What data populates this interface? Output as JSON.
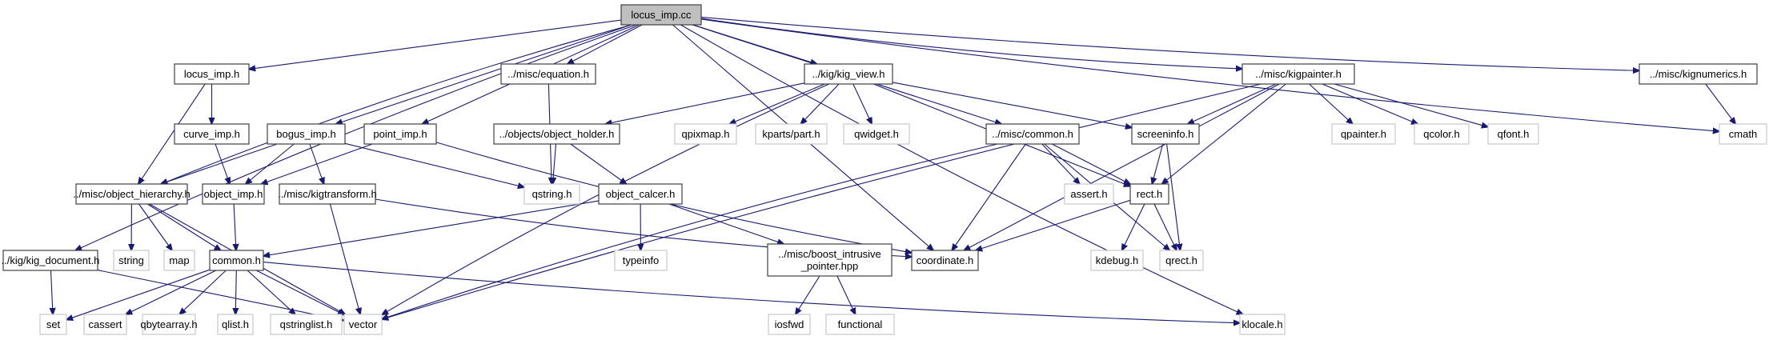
{
  "graph_title": "locus_imp.cc",
  "colors": {
    "root_fill": "#bfbfbf",
    "root_stroke": "#404040",
    "doc_stroke": "#404040",
    "external_stroke": "#c8c8c8",
    "edge": "#191970"
  },
  "nodes": [
    {
      "id": "locus_imp_cc",
      "label": "locus_imp.cc",
      "kind": "root"
    },
    {
      "id": "locus_imp_h",
      "label": "locus_imp.h",
      "kind": "documented"
    },
    {
      "id": "equation_h",
      "label": "../misc/equation.h",
      "kind": "documented"
    },
    {
      "id": "kig_view_h",
      "label": "../kig/kig_view.h",
      "kind": "documented"
    },
    {
      "id": "kigpainter_h",
      "label": "../misc/kigpainter.h",
      "kind": "documented"
    },
    {
      "id": "kignumerics_h",
      "label": "../misc/kignumerics.h",
      "kind": "documented"
    },
    {
      "id": "cmath",
      "label": "cmath",
      "kind": "external"
    },
    {
      "id": "curve_imp_h",
      "label": "curve_imp.h",
      "kind": "documented"
    },
    {
      "id": "bogus_imp_h",
      "label": "bogus_imp.h",
      "kind": "documented"
    },
    {
      "id": "point_imp_h",
      "label": "point_imp.h",
      "kind": "documented"
    },
    {
      "id": "object_holder_h",
      "label": "../objects/object_holder.h",
      "kind": "documented"
    },
    {
      "id": "qpixmap_h",
      "label": "qpixmap.h",
      "kind": "external"
    },
    {
      "id": "kparts_part_h",
      "label": "kparts/part.h",
      "kind": "external"
    },
    {
      "id": "qwidget_h",
      "label": "qwidget.h",
      "kind": "external"
    },
    {
      "id": "misc_common_h",
      "label": "../misc/common.h",
      "kind": "documented"
    },
    {
      "id": "screeninfo_h",
      "label": "screeninfo.h",
      "kind": "documented"
    },
    {
      "id": "qpainter_h",
      "label": "qpainter.h",
      "kind": "external"
    },
    {
      "id": "qcolor_h",
      "label": "qcolor.h",
      "kind": "external"
    },
    {
      "id": "qfont_h",
      "label": "qfont.h",
      "kind": "external"
    },
    {
      "id": "object_hierarchy_h",
      "label": "../misc/object_hierarchy.h",
      "kind": "documented"
    },
    {
      "id": "object_imp_h",
      "label": "object_imp.h",
      "kind": "documented"
    },
    {
      "id": "kigtransform_h",
      "label": "../misc/kigtransform.h",
      "kind": "documented"
    },
    {
      "id": "qstring_h",
      "label": "qstring.h",
      "kind": "external"
    },
    {
      "id": "object_calcer_h",
      "label": "object_calcer.h",
      "kind": "documented"
    },
    {
      "id": "assert_h",
      "label": "assert.h",
      "kind": "external"
    },
    {
      "id": "rect_h",
      "label": "rect.h",
      "kind": "documented"
    },
    {
      "id": "kig_document_h",
      "label": "../kig/kig_document.h",
      "kind": "documented"
    },
    {
      "id": "string",
      "label": "string",
      "kind": "external"
    },
    {
      "id": "map",
      "label": "map",
      "kind": "external"
    },
    {
      "id": "common_h",
      "label": "common.h",
      "kind": "documented"
    },
    {
      "id": "typeinfo",
      "label": "typeinfo",
      "kind": "external"
    },
    {
      "id": "boost_intrusive_pointer_hpp",
      "label": "../misc/boost_intrusive\n_pointer.hpp",
      "kind": "documented"
    },
    {
      "id": "coordinate_h",
      "label": "coordinate.h",
      "kind": "documented"
    },
    {
      "id": "kdebug_h",
      "label": "kdebug.h",
      "kind": "external"
    },
    {
      "id": "qrect_h",
      "label": "qrect.h",
      "kind": "external"
    },
    {
      "id": "set",
      "label": "set",
      "kind": "external"
    },
    {
      "id": "cassert",
      "label": "cassert",
      "kind": "external"
    },
    {
      "id": "qbytearray_h",
      "label": "qbytearray.h",
      "kind": "external"
    },
    {
      "id": "qlist_h",
      "label": "qlist.h",
      "kind": "external"
    },
    {
      "id": "qstringlist_h",
      "label": "qstringlist.h",
      "kind": "external"
    },
    {
      "id": "vector",
      "label": "vector",
      "kind": "external"
    },
    {
      "id": "iosfwd",
      "label": "iosfwd",
      "kind": "external"
    },
    {
      "id": "functional",
      "label": "functional",
      "kind": "external"
    },
    {
      "id": "klocale_h",
      "label": "klocale.h",
      "kind": "external"
    }
  ],
  "edges": [
    [
      "locus_imp_cc",
      "locus_imp_h"
    ],
    [
      "locus_imp_cc",
      "equation_h"
    ],
    [
      "locus_imp_cc",
      "kig_view_h"
    ],
    [
      "locus_imp_cc",
      "kigpainter_h"
    ],
    [
      "locus_imp_cc",
      "kignumerics_h"
    ],
    [
      "locus_imp_cc",
      "cmath"
    ],
    [
      "locus_imp_cc",
      "bogus_imp_h"
    ],
    [
      "locus_imp_cc",
      "point_imp_h"
    ],
    [
      "locus_imp_cc",
      "misc_common_h"
    ],
    [
      "locus_imp_cc",
      "object_hierarchy_h"
    ],
    [
      "locus_imp_cc",
      "kig_document_h"
    ],
    [
      "locus_imp_cc",
      "coordinate_h"
    ],
    [
      "locus_imp_cc",
      "klocale_h"
    ],
    [
      "locus_imp_h",
      "curve_imp_h"
    ],
    [
      "locus_imp_h",
      "object_hierarchy_h"
    ],
    [
      "curve_imp_h",
      "object_imp_h"
    ],
    [
      "bogus_imp_h",
      "object_hierarchy_h"
    ],
    [
      "bogus_imp_h",
      "object_imp_h"
    ],
    [
      "bogus_imp_h",
      "kigtransform_h"
    ],
    [
      "bogus_imp_h",
      "qstring_h"
    ],
    [
      "point_imp_h",
      "object_imp_h"
    ],
    [
      "point_imp_h",
      "coordinate_h"
    ],
    [
      "equation_h",
      "qstring_h"
    ],
    [
      "kig_view_h",
      "object_holder_h"
    ],
    [
      "kig_view_h",
      "qpixmap_h"
    ],
    [
      "kig_view_h",
      "kparts_part_h"
    ],
    [
      "kig_view_h",
      "qwidget_h"
    ],
    [
      "kig_view_h",
      "screeninfo_h"
    ],
    [
      "kig_view_h",
      "rect_h"
    ],
    [
      "kig_view_h",
      "vector"
    ],
    [
      "object_holder_h",
      "qstring_h"
    ],
    [
      "object_holder_h",
      "object_calcer_h"
    ],
    [
      "object_calcer_h",
      "common_h"
    ],
    [
      "object_calcer_h",
      "typeinfo"
    ],
    [
      "object_calcer_h",
      "boost_intrusive_pointer_hpp"
    ],
    [
      "boost_intrusive_pointer_hpp",
      "iosfwd"
    ],
    [
      "boost_intrusive_pointer_hpp",
      "functional"
    ],
    [
      "kigpainter_h",
      "screeninfo_h"
    ],
    [
      "kigpainter_h",
      "rect_h"
    ],
    [
      "kigpainter_h",
      "qpainter_h"
    ],
    [
      "kigpainter_h",
      "qcolor_h"
    ],
    [
      "kigpainter_h",
      "qfont_h"
    ],
    [
      "kigpainter_h",
      "coordinate_h"
    ],
    [
      "kigpainter_h",
      "vector"
    ],
    [
      "kignumerics_h",
      "cmath"
    ],
    [
      "misc_common_h",
      "assert_h"
    ],
    [
      "misc_common_h",
      "rect_h"
    ],
    [
      "misc_common_h",
      "coordinate_h"
    ],
    [
      "misc_common_h",
      "qrect_h"
    ],
    [
      "misc_common_h",
      "vector"
    ],
    [
      "screeninfo_h",
      "rect_h"
    ],
    [
      "screeninfo_h",
      "qrect_h"
    ],
    [
      "rect_h",
      "coordinate_h"
    ],
    [
      "rect_h",
      "kdebug_h"
    ],
    [
      "rect_h",
      "qrect_h"
    ],
    [
      "object_hierarchy_h",
      "string"
    ],
    [
      "object_hierarchy_h",
      "map"
    ],
    [
      "object_hierarchy_h",
      "common_h"
    ],
    [
      "object_hierarchy_h",
      "vector"
    ],
    [
      "object_imp_h",
      "common_h"
    ],
    [
      "kigtransform_h",
      "coordinate_h"
    ],
    [
      "kigtransform_h",
      "vector"
    ],
    [
      "kig_document_h",
      "set"
    ],
    [
      "kig_document_h",
      "vector"
    ],
    [
      "common_h",
      "set"
    ],
    [
      "common_h",
      "cassert"
    ],
    [
      "common_h",
      "qbytearray_h"
    ],
    [
      "common_h",
      "qlist_h"
    ],
    [
      "common_h",
      "qstringlist_h"
    ],
    [
      "common_h",
      "vector"
    ],
    [
      "common_h",
      "klocale_h"
    ]
  ]
}
